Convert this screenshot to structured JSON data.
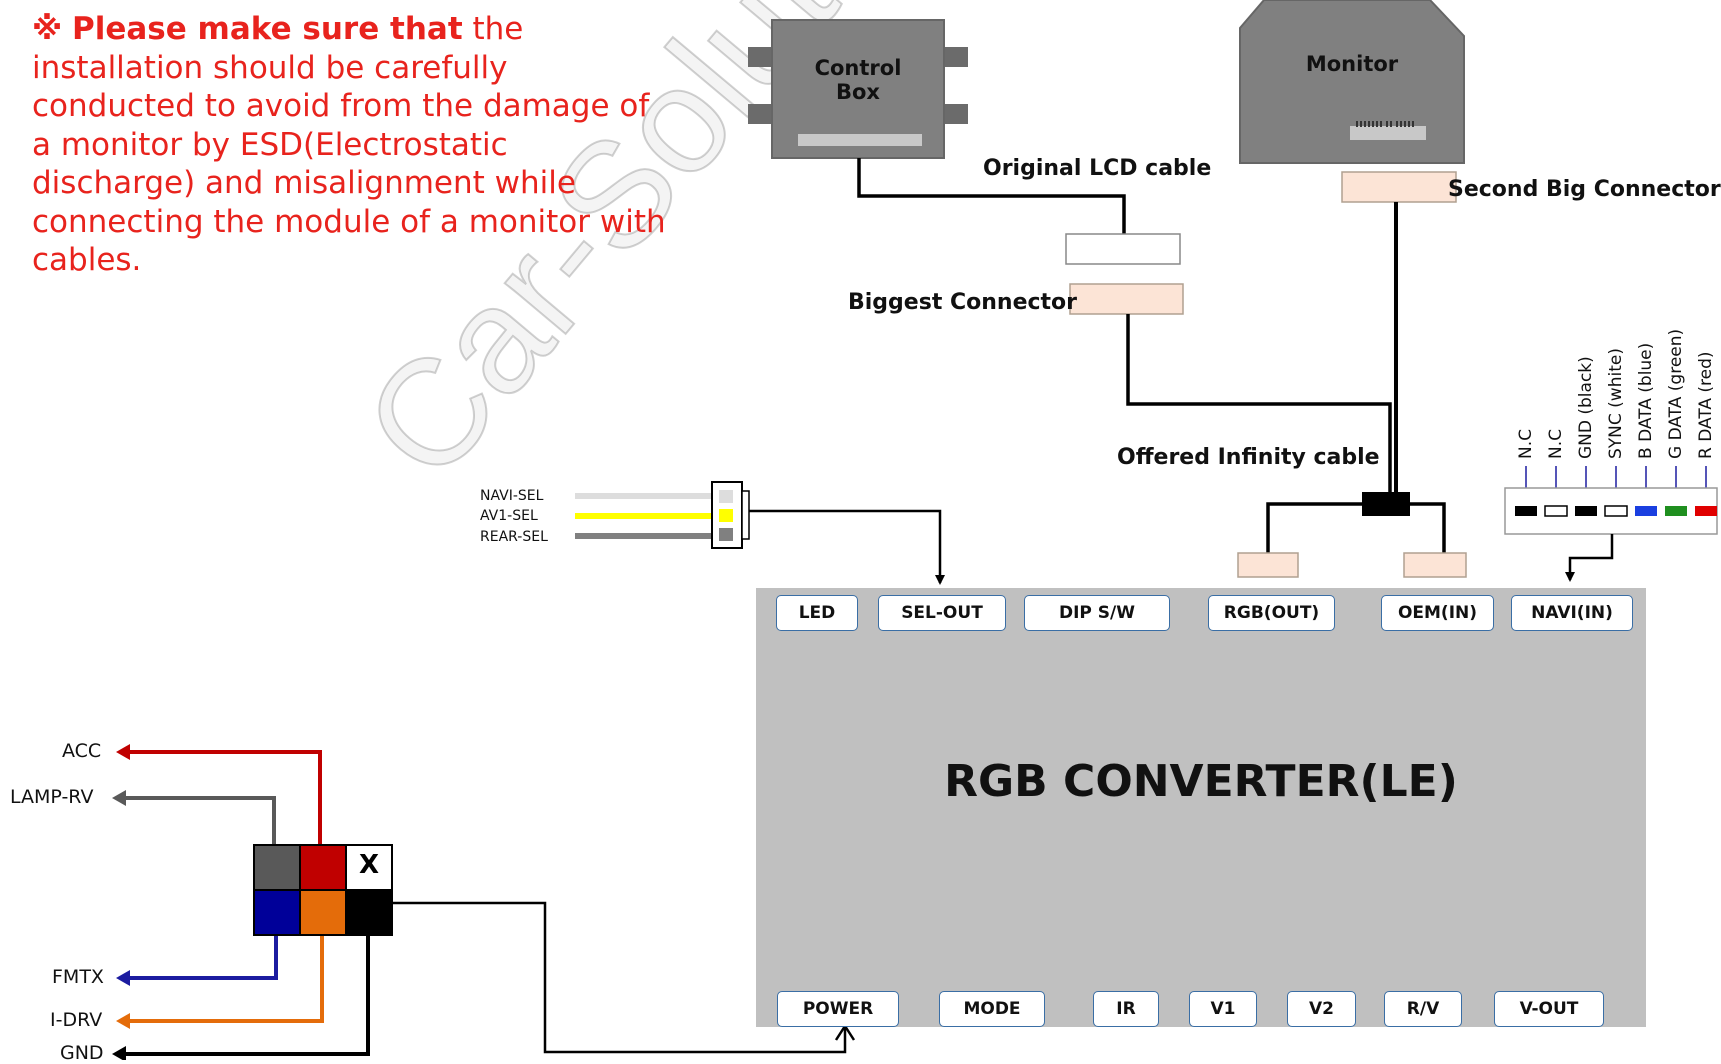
{
  "notice": {
    "mark": "※",
    "emphasis": "Please make sure that",
    "text": " the installation should be carefully conducted to avoid from the damage of a monitor by ESD(Electrostatic discharge) and misalignment while connecting the module of a monitor with cables."
  },
  "devices": {
    "control_box": "Control\nBox",
    "monitor": "Monitor"
  },
  "cables": {
    "original_lcd": "Original LCD cable",
    "biggest_connector": "Biggest Connector",
    "second_big_connector": "Second Big Connector",
    "offered_infinity": "Offered Infinity cable"
  },
  "converter": {
    "title": "RGB CONVERTER(LE)",
    "top_ports": [
      "LED",
      "SEL-OUT",
      "DIP S/W",
      "RGB(OUT)",
      "OEM(IN)",
      "NAVI(IN)"
    ],
    "bottom_ports": [
      "POWER",
      "MODE",
      "IR",
      "V1",
      "V2",
      "R/V",
      "V-OUT"
    ]
  },
  "sel_wires": [
    "NAVI-SEL",
    "AV1-SEL",
    "REAR-SEL"
  ],
  "power_wires": [
    "ACC",
    "LAMP-RV",
    "FMTX",
    "I-DRV",
    "GND"
  ],
  "power_connector_mark": "X",
  "navi_pins": [
    "N.C",
    "N.C",
    "GND (black)",
    "SYNC (white)",
    "B DATA (blue)",
    "G DATA (green)",
    "R DATA (red)"
  ],
  "watermark": "Car-Solutions.com",
  "colors": {
    "notice": "#e8231d",
    "acc": "#c00000",
    "lamp_rv": "#595959",
    "fmtx": "#1c1ca0",
    "i_drv": "#e46c0a",
    "gnd": "#000000",
    "av1_sel": "#ffff00",
    "connector_fill": "#fce4d6",
    "converter": "#c0c0c0"
  }
}
